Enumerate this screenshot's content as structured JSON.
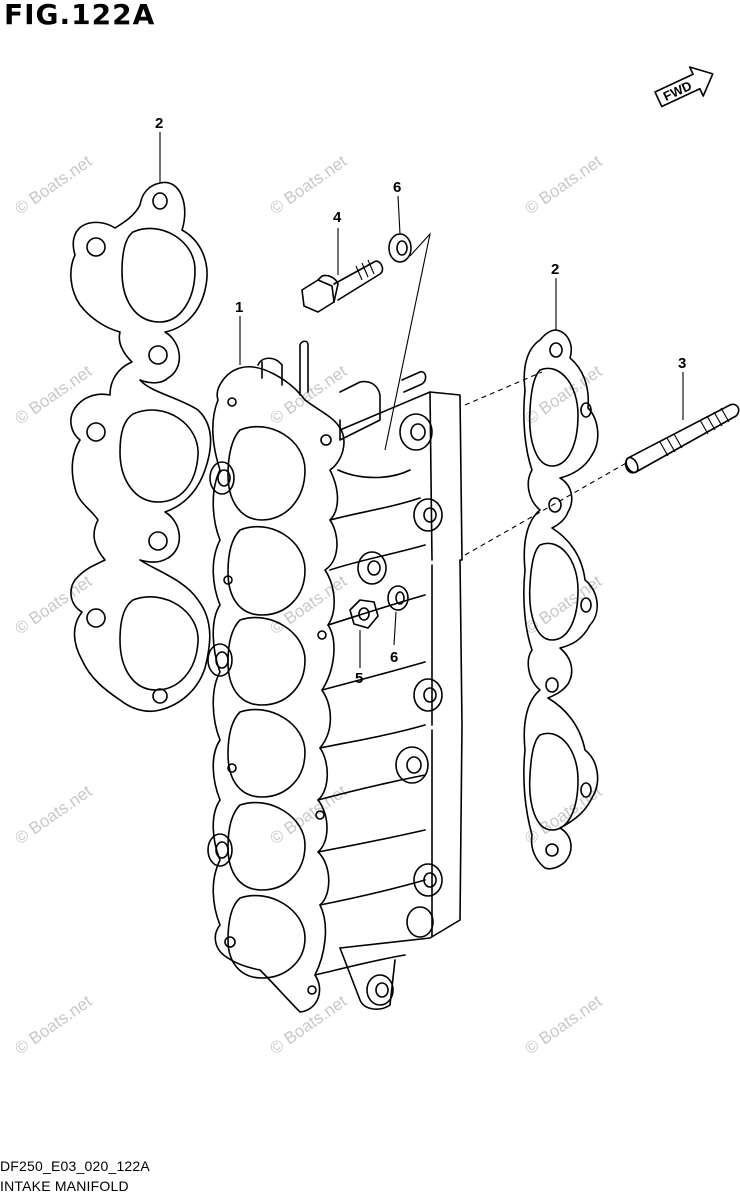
{
  "figure": {
    "title": "FIG.122A",
    "code": "DF250_E03_020_122A",
    "name": "INTAKE MANIFOLD",
    "direction_tag": "FWD"
  },
  "callouts": {
    "gasket_left": "2",
    "gasket_right": "2",
    "manifold": "1",
    "stud": "3",
    "bolt": "4",
    "nut": "5",
    "washer_top": "6",
    "washer_mid": "6"
  },
  "watermark": "© Boats.net"
}
